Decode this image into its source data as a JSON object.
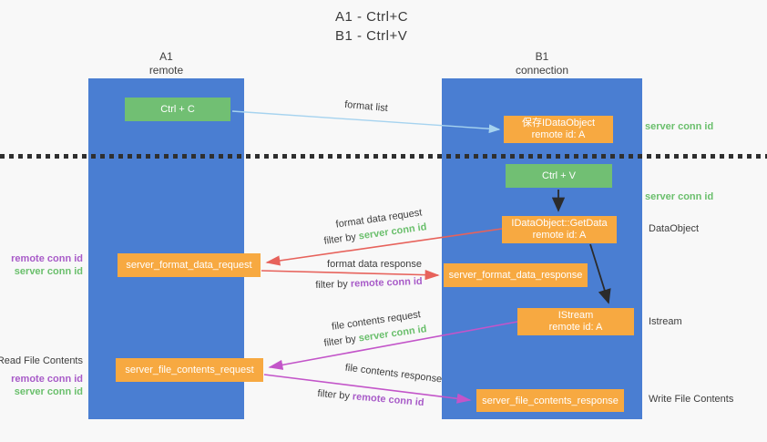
{
  "title": {
    "line1": "A1 - Ctrl+C",
    "line2": "B1 - Ctrl+V"
  },
  "columns": {
    "left": {
      "id": "A1",
      "subtitle": "remote"
    },
    "right": {
      "id": "B1",
      "subtitle": "connection"
    }
  },
  "nodes": {
    "ctrl_c": {
      "label": "Ctrl + C"
    },
    "ctrl_v": {
      "label": "Ctrl + V"
    },
    "save_idataobject": {
      "line1": "保存IDataObject",
      "line2": "remote id: A"
    },
    "getdata": {
      "line1": "IDataObject::GetData",
      "line2": "remote id: A"
    },
    "istream": {
      "line1": "IStream",
      "line2": "remote id: A"
    },
    "format_request": {
      "label": "server_format_data_request"
    },
    "format_response": {
      "label": "server_format_data_response"
    },
    "file_request": {
      "label": "server_file_contents_request"
    },
    "file_response": {
      "label": "server_file_contents_response"
    }
  },
  "annotations": {
    "format_list": "format list",
    "format_data_request": "format data request",
    "format_data_response": "format data response",
    "file_contents_request": "file contents request",
    "file_contents_response": "file contents response",
    "filter_by": "filter by",
    "server_conn_id": "server conn id",
    "remote_conn_id": "remote conn id"
  },
  "side_labels": {
    "server_conn_id_top": "server conn id",
    "server_conn_id_mid": "server conn id",
    "dataobject": "DataObject",
    "istream": "Istream",
    "write_file_contents": "Write File Contents",
    "read_file_contents": "Read File Contents",
    "remote_conn_id": "remote conn id",
    "server_conn_id": "server conn id"
  },
  "colors": {
    "background": "#f8f8f8",
    "column-blue": "#4a7ed2",
    "box-green": "#71bf73",
    "box-orange": "#f7a941",
    "text-green": "#6abf6c",
    "text-purple": "#a85bc8",
    "arrow-red": "#e7625b",
    "arrow-magenta": "#c355c9",
    "arrow-blue": "#a6d3ef",
    "arrow-black": "#2b2b2b",
    "text-dark": "#3d3d3d"
  }
}
